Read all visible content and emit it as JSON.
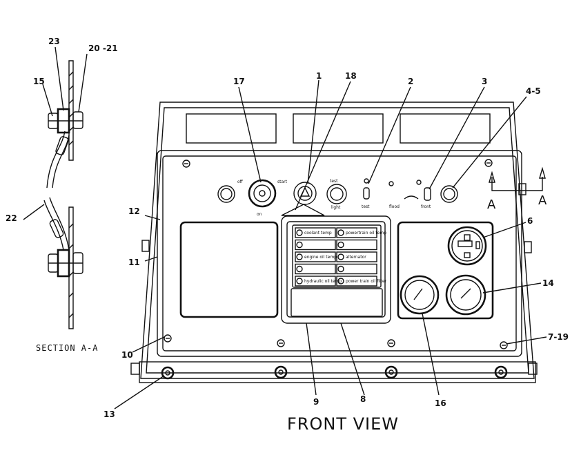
{
  "title": "FRONT VIEW",
  "section_label": "SECTION A-A",
  "section_marks": [
    "A",
    "A"
  ],
  "callouts": {
    "c1": "1",
    "c2": "2",
    "c3": "3",
    "c45": "4-5",
    "c6": "6",
    "c719": "7-19",
    "c8": "8",
    "c9": "9",
    "c10": "10",
    "c11": "11",
    "c12": "12",
    "c13": "13",
    "c14": "14",
    "c15": "15",
    "c16": "16",
    "c17": "17",
    "c18": "18",
    "c2021": "20 -21",
    "c22": "22",
    "c23": "23"
  },
  "switch_labels": {
    "off": "off",
    "start": "start",
    "on": "on",
    "test": "test",
    "light": "light",
    "flood": "flood",
    "front": "front"
  },
  "indicator_labels": [
    "coolant temp",
    "powertrain oil temp",
    "",
    "",
    "engine oil temp",
    "alternator",
    "",
    "",
    "hydraulic oil temp",
    "power train oil filter"
  ]
}
